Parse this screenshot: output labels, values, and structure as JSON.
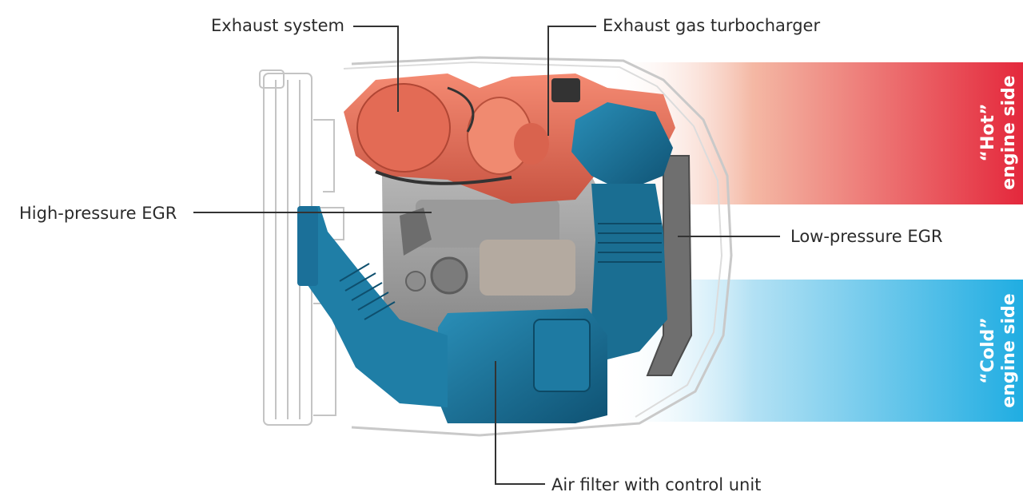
{
  "labels": {
    "exhaust_system": "Exhaust system",
    "turbocharger": "Exhaust gas turbocharger",
    "high_pressure_egr": "High-pressure EGR",
    "low_pressure_egr": "Low-pressure EGR",
    "air_filter": "Air filter with control unit"
  },
  "sides": {
    "hot": {
      "line1": "“Hot”",
      "line2": "engine side"
    },
    "cold": {
      "line1": "“Cold”",
      "line2": "engine side"
    }
  },
  "colors": {
    "hot_band": "#e53040",
    "cold_band": "#29b3e3",
    "exhaust_parts": "#e8705a",
    "intake_parts": "#1a6e92",
    "engine_block": "#8f8f8f"
  }
}
